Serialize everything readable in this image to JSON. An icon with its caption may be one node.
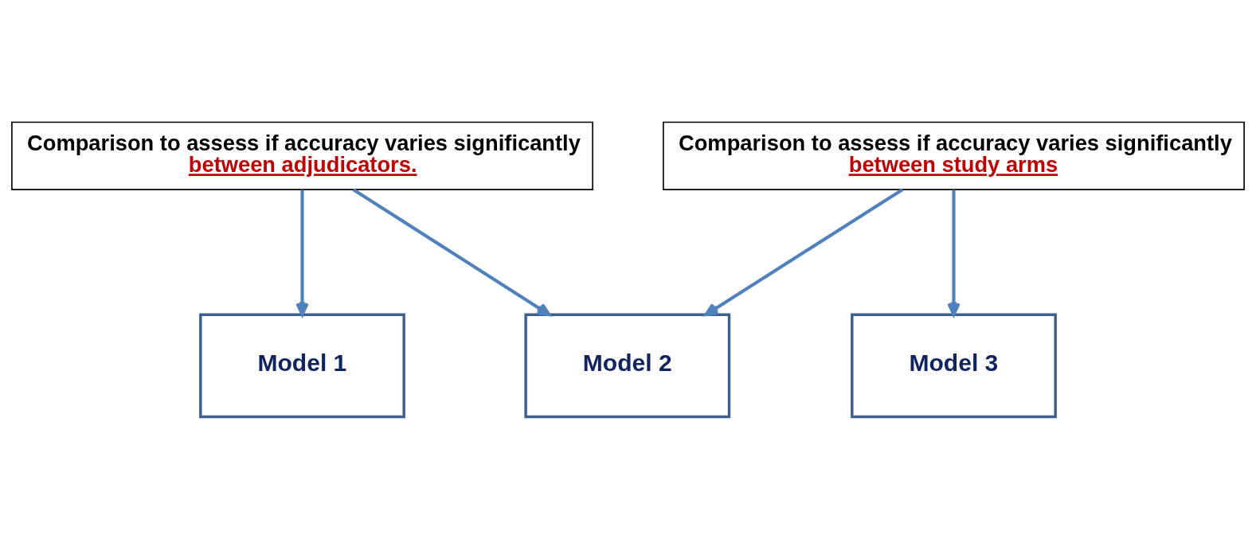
{
  "diagram": {
    "nodes": [
      {
        "text": [
          "Comparison to assess if accuracy varies significantly",
          "between adjudicators."
        ]
      },
      {
        "text": [
          "Comparison to assess if accuracy varies significantly",
          "between study arms"
        ]
      },
      {
        "text": [
          "Model 1"
        ]
      },
      {
        "text": [
          "Model 2"
        ]
      },
      {
        "text": [
          "Model 3"
        ]
      }
    ],
    "edges": [
      {
        "from": 0,
        "to": 2,
        "arrow": "to"
      },
      {
        "from": 0,
        "to": 3,
        "arrow": "to"
      },
      {
        "from": 1,
        "to": 3,
        "arrow": "to"
      },
      {
        "from": 1,
        "to": 4,
        "arrow": "to"
      }
    ]
  }
}
